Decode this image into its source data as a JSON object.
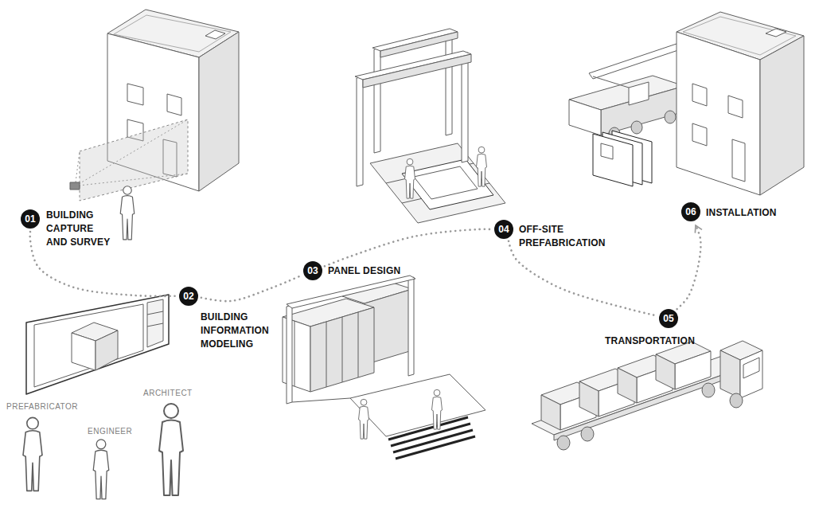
{
  "diagram": {
    "nodes": [
      {
        "text": [
          "01",
          "BUILDING CAPTURE AND SURVEY"
        ]
      },
      {
        "text": [
          "02",
          "BUILDING INFORMATION MODELING"
        ]
      },
      {
        "text": [
          "03",
          "PANEL DESIGN"
        ]
      },
      {
        "text": [
          "04",
          "OFF-SITE PREFABRICATION"
        ]
      },
      {
        "text": [
          "05",
          "TRANSPORTATION"
        ]
      },
      {
        "text": [
          "06",
          "INSTALLATION"
        ]
      }
    ],
    "edges": [
      {
        "from": 0,
        "to": 1,
        "arrow": "none"
      },
      {
        "from": 1,
        "to": 2,
        "arrow": "none"
      },
      {
        "from": 2,
        "to": 3,
        "arrow": "none"
      },
      {
        "from": 3,
        "to": 4,
        "arrow": "none"
      },
      {
        "from": 4,
        "to": 5,
        "arrow": "to"
      }
    ],
    "labels": [
      "PREFABRICATOR",
      "ENGINEER",
      "ARCHITECT"
    ]
  }
}
